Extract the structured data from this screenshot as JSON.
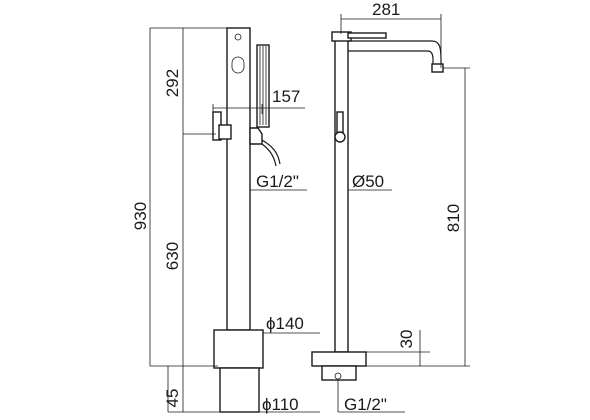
{
  "dimensions": {
    "total_height": "930",
    "upper_height": "292",
    "lower_height": "630",
    "base_height": "45",
    "handshower_offset": "157",
    "hose_connection": "G1/2\"",
    "base_diameter": "ϕ140",
    "floor_diameter": "ϕ110",
    "spout_reach": "281",
    "tube_diameter": "Ø50",
    "spout_height": "810",
    "plinth_height": "30",
    "inlet_connection": "G1/2\""
  }
}
